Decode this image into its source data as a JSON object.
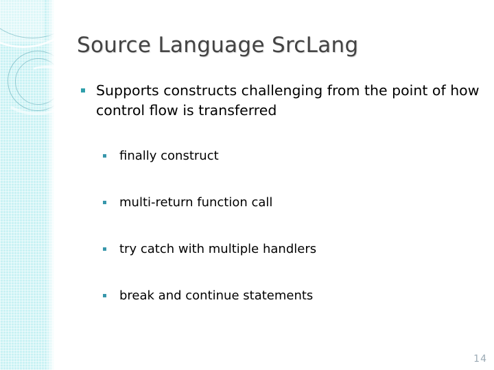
{
  "slide": {
    "title": "Source Language SrcLang",
    "page_number": "14",
    "colors": {
      "sidebar_background": "#c9f2f4",
      "title_text": "#434343",
      "body_text": "#000000",
      "bullet_level1": "#2f9fab",
      "bullet_level2": "#3897ab",
      "page_number_text": "#9aa9b4",
      "slide_background": "#ffffff"
    },
    "content": {
      "main_bullets": [
        {
          "text": "Supports constructs challenging from the point of how control flow is transferred",
          "marker": "square-bullet-icon"
        }
      ],
      "sub_bullets": [
        {
          "text": "finally construct",
          "marker": "dot-bullet-icon"
        },
        {
          "text": "multi-return function call",
          "marker": "dot-bullet-icon"
        },
        {
          "text": "try catch with multiple handlers",
          "marker": "dot-bullet-icon"
        },
        {
          "text": "break and continue statements",
          "marker": "dot-bullet-icon"
        }
      ]
    },
    "decoration": {
      "sidebar_shapes": "concentric-circles-and-arcs"
    }
  }
}
